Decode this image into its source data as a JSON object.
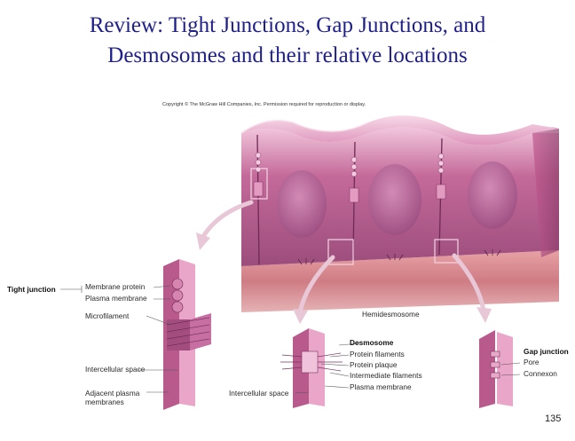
{
  "title": {
    "line1": "Review: Tight Junctions, Gap Junctions, and",
    "line2": "Desmosomes and their relative locations"
  },
  "copyright": "Copyright © The McGraw Hill Companies, Inc. Permission required for reproduction or display.",
  "labels": {
    "tight_junction": "Tight junction",
    "membrane_protein": "Membrane protein",
    "plasma_membrane": "Plasma membrane",
    "microfilament": "Microfilament",
    "intercellular_space_left": "Intercellular space",
    "adjacent_line1": "Adjacent plasma",
    "adjacent_line2": "membranes",
    "hemidesmosome": "Hemidesmosome",
    "desmosome": "Desmosome",
    "protein_filaments": "Protein filaments",
    "protein_plaque": "Protein plaque",
    "intermediate_filaments": "Intermediate filaments",
    "plasma_membrane_desmo": "Plasma membrane",
    "intercellular_space_mid": "Intercellular space",
    "gap_junction": "Gap junction",
    "pore": "Pore",
    "connexon": "Connexon"
  },
  "slide_number": "135",
  "colors": {
    "title": "#1f1f8a",
    "cell_pink": "#c06090",
    "cell_light": "#e9a9c9",
    "connective": "#d98a8a"
  }
}
